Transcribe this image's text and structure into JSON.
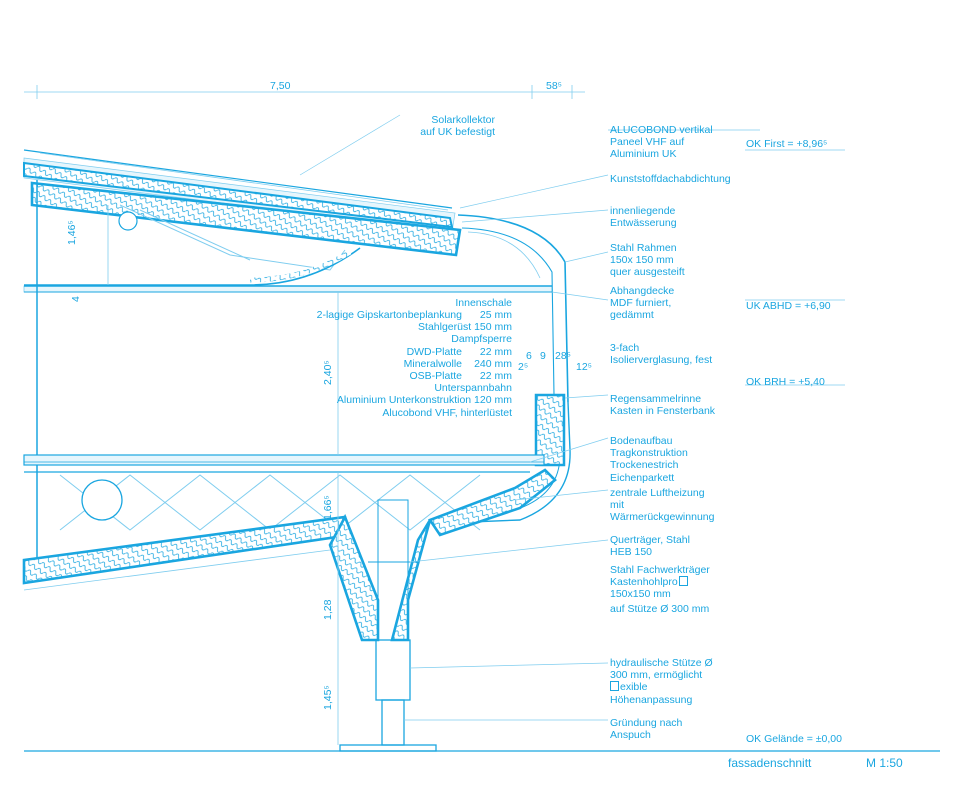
{
  "top_dims": {
    "span": "7,50",
    "overhang": "58⁵"
  },
  "callouts": {
    "solarkollektor": [
      "Solarkollektor",
      "auf UK befestigt"
    ],
    "alucobond": [
      "ALUCOBOND vertikal",
      "Paneel VHF auf",
      "Aluminium UK"
    ],
    "kunststoff": [
      "Kunststoffdachabdichtung"
    ],
    "entwaesserung": [
      "innenliegende",
      "Entwässerung"
    ],
    "stahlrahmen": [
      "Stahl Rahmen",
      "150x 150 mm",
      "quer ausgesteift"
    ],
    "abhangdecke": [
      "Abhangdecke",
      "MDF furniert,",
      "gedämmt"
    ],
    "verglasung": [
      "3-fach",
      "Isolierverglasung, fest"
    ],
    "regensammelrinne": [
      "Regensammelrinne",
      "Kasten in Fensterbank"
    ],
    "bodenaufbau": [
      "Bodenaufbau",
      "Tragkonstruktion",
      "Trockenestrich",
      "Eichenparkett"
    ],
    "luftheizung": [
      "zentrale Luftheizung",
      "mit",
      "Wärmerückgewinnung"
    ],
    "quertraeger": [
      "Querträger, Stahl",
      "HEB 150"
    ],
    "fachwerktraeger": [
      "Stahl Fachwerkträger",
      "Kastenhohlpro",
      "150x150 mm"
    ],
    "stuetze": [
      "auf Stütze Ø 300 mm"
    ],
    "hydraulisch": [
      "hydraulische Stütze Ø",
      "300 mm, ermöglicht",
      "exible",
      "Höhenanpassung"
    ],
    "gruendung": [
      "Gründung nach",
      "Anspuch"
    ]
  },
  "levels": {
    "ok_first": "OK First = +8,96⁵",
    "uk_abhd": "UK ABHD = +6,90",
    "ok_brh": "OK BRH = +5,40",
    "ok_gelaende": "OK Gelände = ±0,00"
  },
  "wall_layers": {
    "header": "Innenschale",
    "rows": [
      {
        "name": "2-lagige Gipskartonbeplankung",
        "value": "25 mm"
      },
      {
        "name": "Stahlgerüst 150 mm",
        "value": ""
      },
      {
        "name": "Dampfsperre",
        "value": ""
      },
      {
        "name": "DWD-Platte",
        "value": "22 mm"
      },
      {
        "name": "Mineralwolle",
        "value": "240 mm"
      },
      {
        "name": "OSB-Platte",
        "value": "22 mm"
      },
      {
        "name": "Unterspannbahn",
        "value": ""
      },
      {
        "name": "Aluminium Unterkonstruktion 120 mm",
        "value": ""
      },
      {
        "name": "Alucobond VHF, hinterlüstet",
        "value": ""
      }
    ]
  },
  "vertical_dims": {
    "roof_zone": "1,46⁵",
    "ceiling_gap": "4",
    "window_height": "2,40⁵",
    "floor_zone": "1,66⁵",
    "column_upper": "1,28",
    "column_lower": "1,45⁵"
  },
  "facade_dims": {
    "d1": "6",
    "d2": "9",
    "d3": "28⁵",
    "d4": "2⁵",
    "d5": "12⁵"
  },
  "footer": {
    "title": "fassadenschnitt",
    "scale": "M 1:50"
  }
}
